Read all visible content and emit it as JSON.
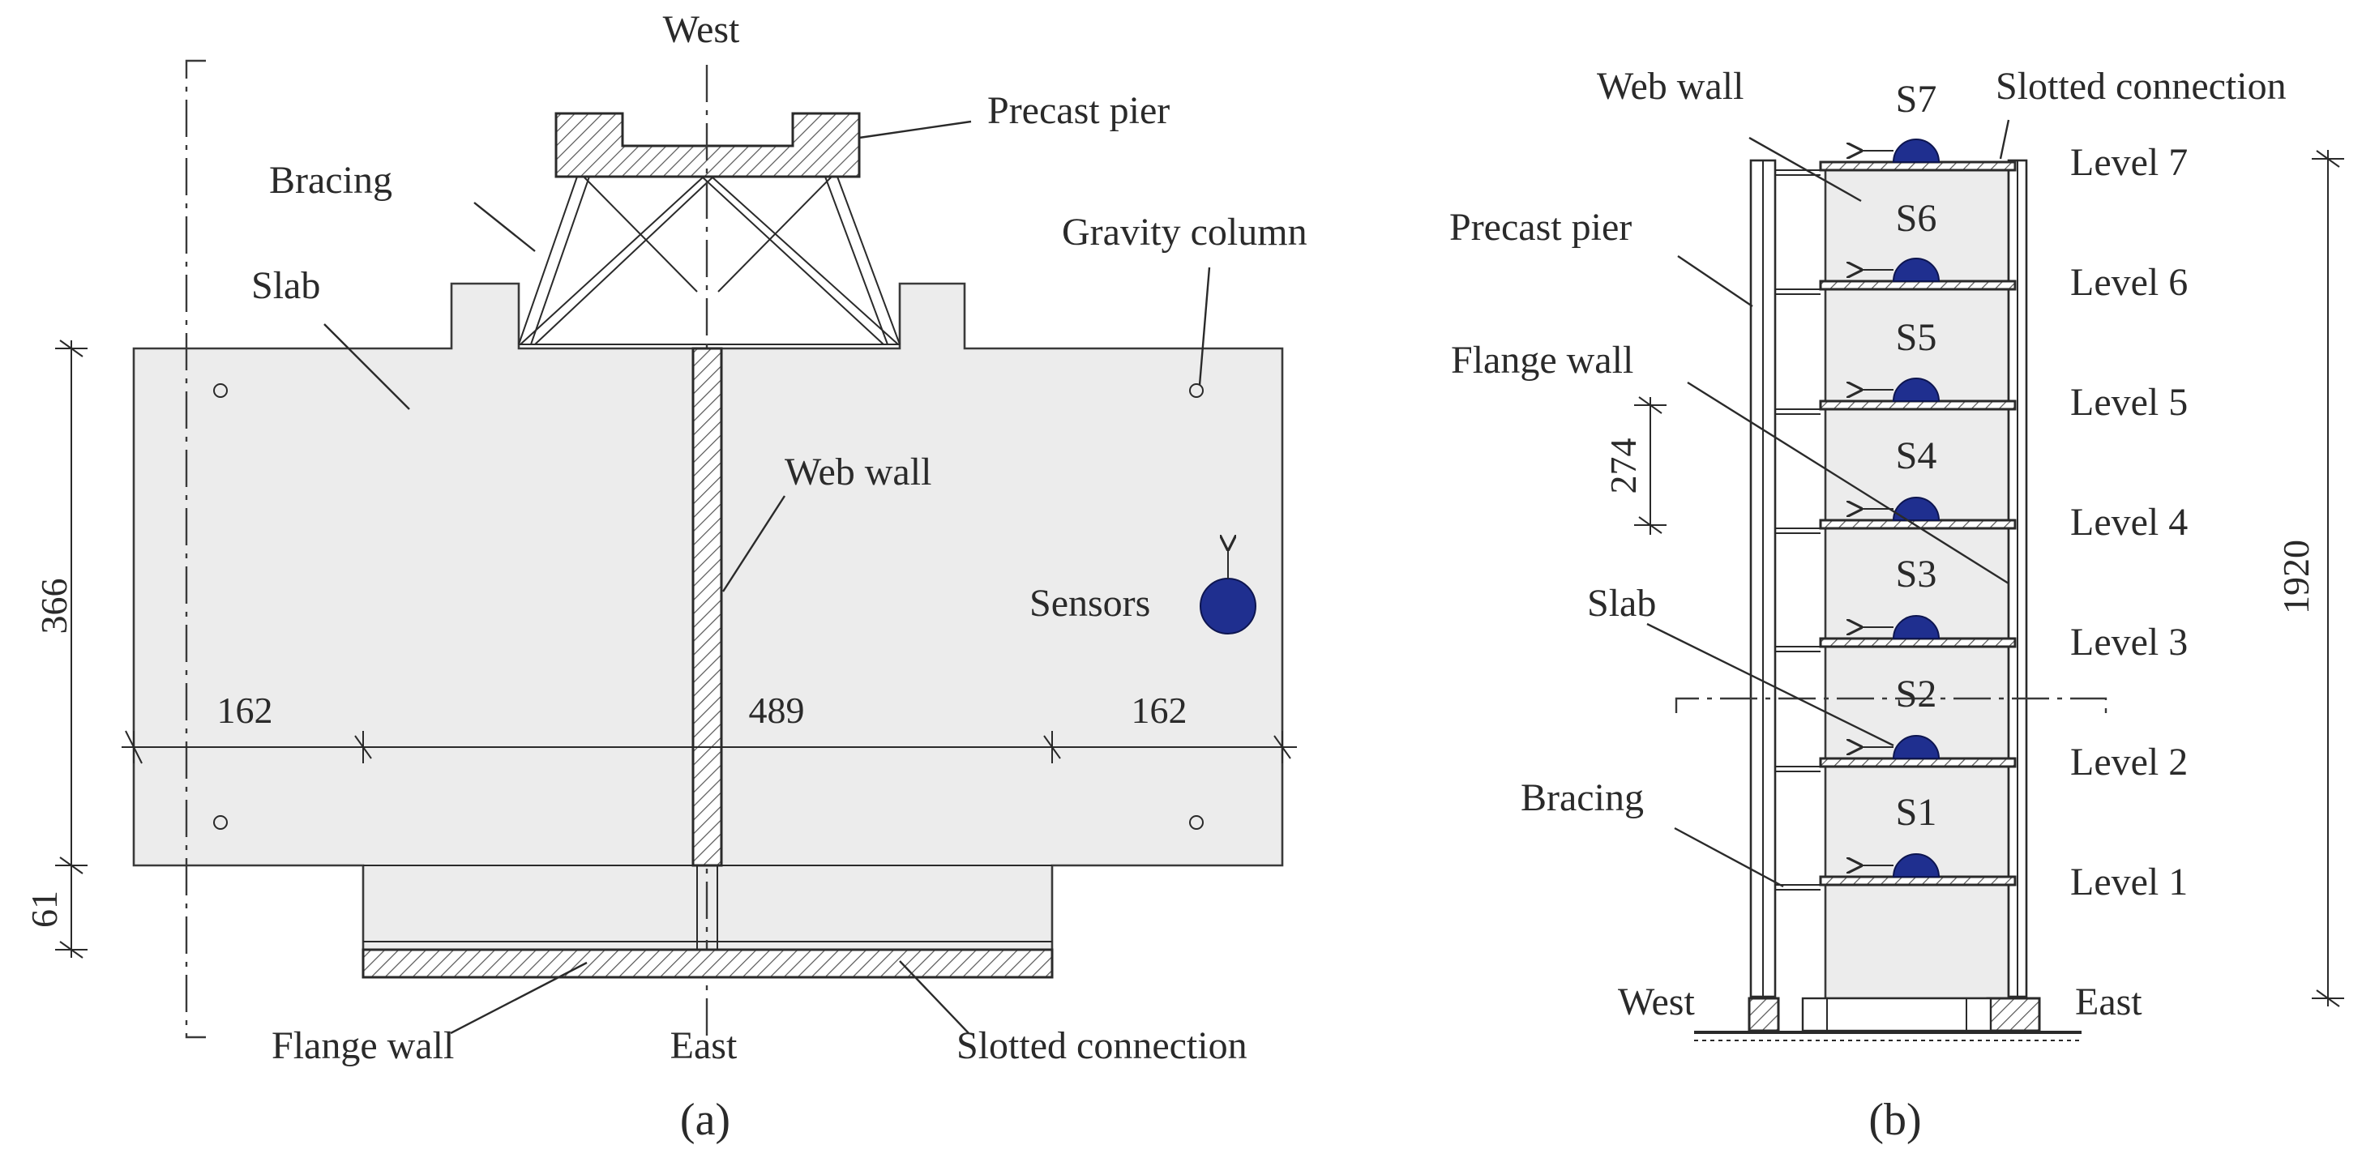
{
  "panel_a": {
    "label": "(a)",
    "west": "West",
    "east": "East",
    "labels": {
      "precast_pier": "Precast pier",
      "bracing": "Bracing",
      "slab": "Slab",
      "gravity_column": "Gravity column",
      "web_wall": "Web wall",
      "sensors": "Sensors",
      "flange_wall": "Flange wall",
      "slotted_connection": "Slotted connection"
    },
    "dims": {
      "left": "162",
      "middle": "489",
      "right": "162",
      "height": "366",
      "flange": "61"
    }
  },
  "panel_b": {
    "label": "(b)",
    "west": "West",
    "east": "East",
    "labels": {
      "web_wall": "Web wall",
      "slotted_connection": "Slotted connection",
      "precast_pier": "Precast pier",
      "flange_wall": "Flange wall",
      "slab": "Slab",
      "bracing": "Bracing"
    },
    "sensors": [
      "S7",
      "S6",
      "S5",
      "S4",
      "S3",
      "S2",
      "S1"
    ],
    "levels": [
      "Level 7",
      "Level 6",
      "Level 5",
      "Level 4",
      "Level 3",
      "Level 2",
      "Level 1"
    ],
    "dims": {
      "story": "274",
      "total": "1920"
    }
  },
  "colors": {
    "sensor": "#1f2f8f",
    "slab": "#ececec",
    "line": "#2a2a2a"
  }
}
